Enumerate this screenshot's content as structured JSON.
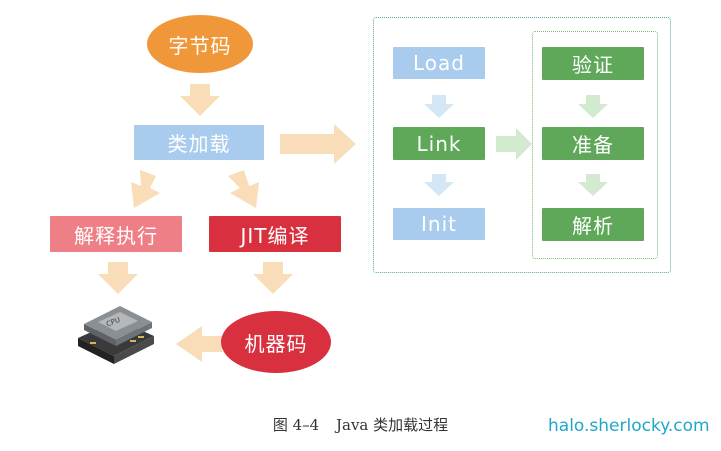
{
  "nodes": {
    "bytecode": "字节码",
    "class_loading": "类加载",
    "interpret": "解释执行",
    "jit": "JIT编译",
    "machine_code": "机器码",
    "load": "Load",
    "link": "Link",
    "init": "Init",
    "verify": "验证",
    "prepare": "准备",
    "resolve": "解析"
  },
  "cpu_label": "CPU",
  "caption": {
    "figure_no": "图 4–4",
    "title": "Java 类加载过程"
  },
  "watermark": "halo.sherlocky.com",
  "colors": {
    "orange": "#f0973a",
    "blue": "#a9cbed",
    "green": "#5fa85a",
    "pink": "#ef7f86",
    "red": "#d8303f",
    "arrow_orange": "#f7dcb4",
    "arrow_blue": "#cfe5f3",
    "arrow_green": "#cfe9cc"
  }
}
